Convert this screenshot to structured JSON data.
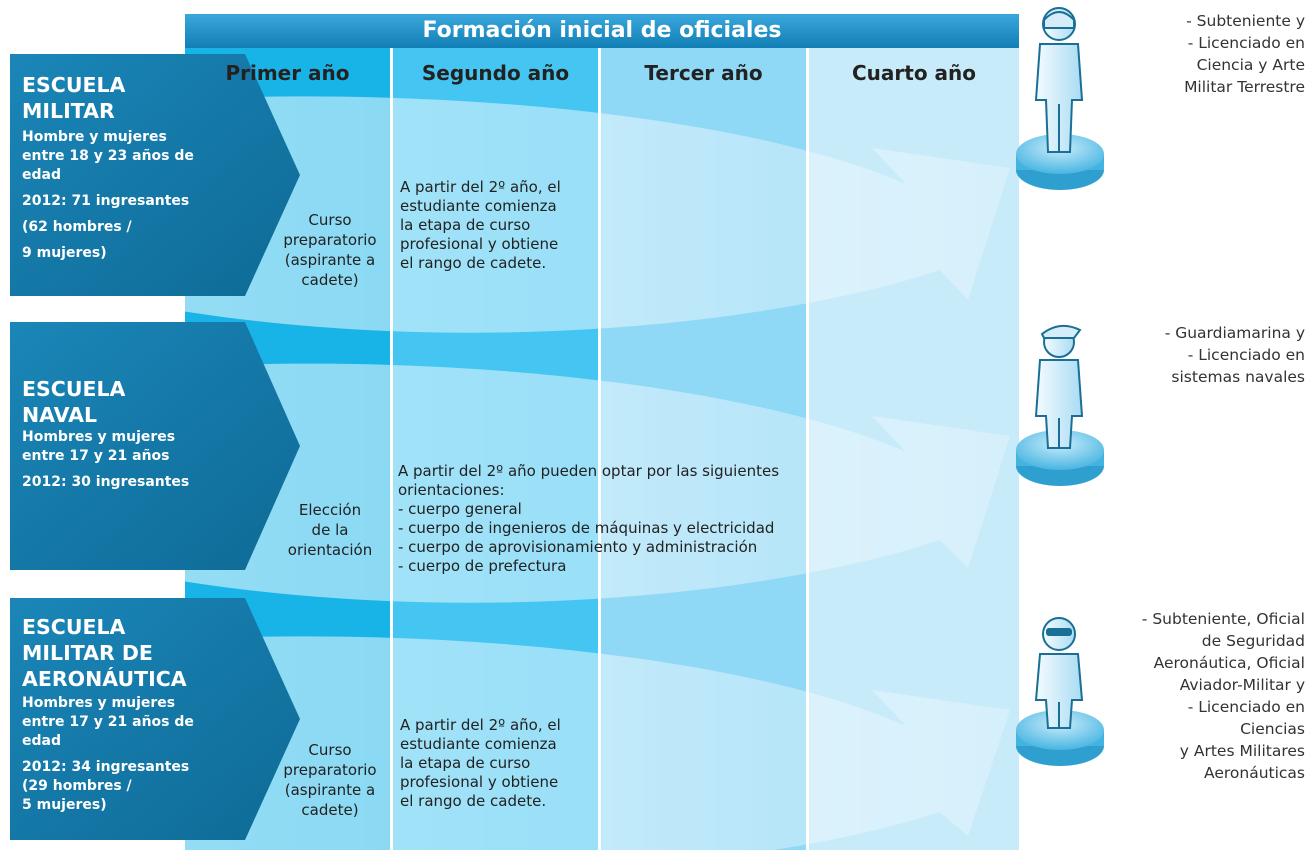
{
  "header": {
    "title": "Formación inicial de oficiales"
  },
  "columns": [
    "Primer año",
    "Segundo año",
    "Tercer año",
    "Cuarto año"
  ],
  "schools": [
    {
      "name_lines": [
        "ESCUELA",
        "MILITAR"
      ],
      "info_lines": [
        "Hombre y mujeres",
        "entre 18 y 23 años de",
        "edad",
        "2012: 71 ingresantes",
        "(62 hombres /",
        "9 mujeres)"
      ],
      "first_year_lines": [
        "Curso",
        "preparatorio",
        "(aspirante a",
        "cadete)"
      ],
      "description_lines": [
        "A partir del 2º año, el",
        "estudiante comienza",
        "la etapa de curso",
        "profesional y obtiene",
        "el rango de cadete."
      ],
      "outcome_lines": [
        "- Subteniente y",
        "- Licenciado en",
        "Ciencia y Arte",
        "Militar Terrestre"
      ]
    },
    {
      "name_lines": [
        "ESCUELA",
        "NAVAL"
      ],
      "info_lines": [
        "Hombres y mujeres",
        "entre 17 y 21 años",
        "2012: 30 ingresantes"
      ],
      "first_year_lines": [
        "Elección",
        "de la",
        "orientación"
      ],
      "description_lines": [
        "A partir del 2º año pueden optar por las siguientes",
        "orientaciones:",
        "- cuerpo general",
        "- cuerpo de ingenieros de máquinas y electricidad",
        "- cuerpo de aprovisionamiento y administración",
        "- cuerpo de prefectura"
      ],
      "outcome_lines": [
        "- Guardiamarina y",
        "- Licenciado en",
        "sistemas navales"
      ]
    },
    {
      "name_lines": [
        "ESCUELA",
        "MILITAR DE",
        "AERONÁUTICA"
      ],
      "info_lines": [
        "Hombres y mujeres",
        "entre 17 y 21 años de",
        "edad",
        "2012: 34 ingresantes",
        "(29 hombres /",
        "5 mujeres)"
      ],
      "first_year_lines": [
        "Curso",
        "preparatorio",
        "(aspirante a",
        "cadete)"
      ],
      "description_lines": [
        "A partir del 2º año, el",
        "estudiante comienza",
        "la etapa de curso",
        "profesional y obtiene",
        "el rango de cadete."
      ],
      "outcome_lines": [
        "- Subteniente, Oficial",
        "de Seguridad",
        "Aeronáutica, Oficial",
        "Aviador-Militar y",
        "- Licenciado en",
        "Ciencias",
        "y Artes Militares",
        "Aeronáuticas"
      ]
    }
  ],
  "colors": {
    "header_band": "#1d8fc6",
    "school_chevron": "#1478a6",
    "col_1": "#18b4e8",
    "col_2": "#45c6f2",
    "col_3": "#8fd8f6",
    "col_4": "#c8ebfa",
    "person": "#d6eefa",
    "disc": "#5fc3ea"
  }
}
